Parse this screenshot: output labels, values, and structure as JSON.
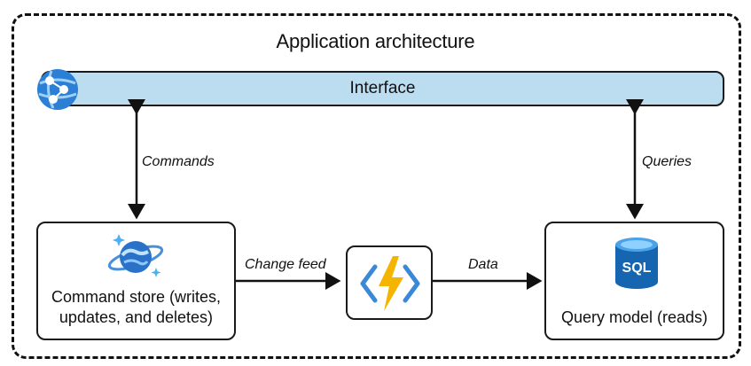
{
  "diagram": {
    "title": "Application architecture",
    "interface_label": "Interface",
    "commands_label": "Commands",
    "queries_label": "Queries",
    "change_feed_label": "Change feed",
    "data_label": "Data",
    "command_store": {
      "line1": "Command store (writes,",
      "line2": "updates, and deletes)"
    },
    "query_model": {
      "line1": "Query model (reads)",
      "icon_text": "SQL"
    }
  },
  "icons": {
    "interface": "app-service-globe-icon",
    "command_store": "cosmos-db-icon",
    "function": "azure-function-icon",
    "query_model": "sql-database-icon"
  },
  "colors": {
    "interface_fill": "#bcdcf0",
    "function_bolt": "#f5b400",
    "sql_blue": "#1565b0"
  }
}
